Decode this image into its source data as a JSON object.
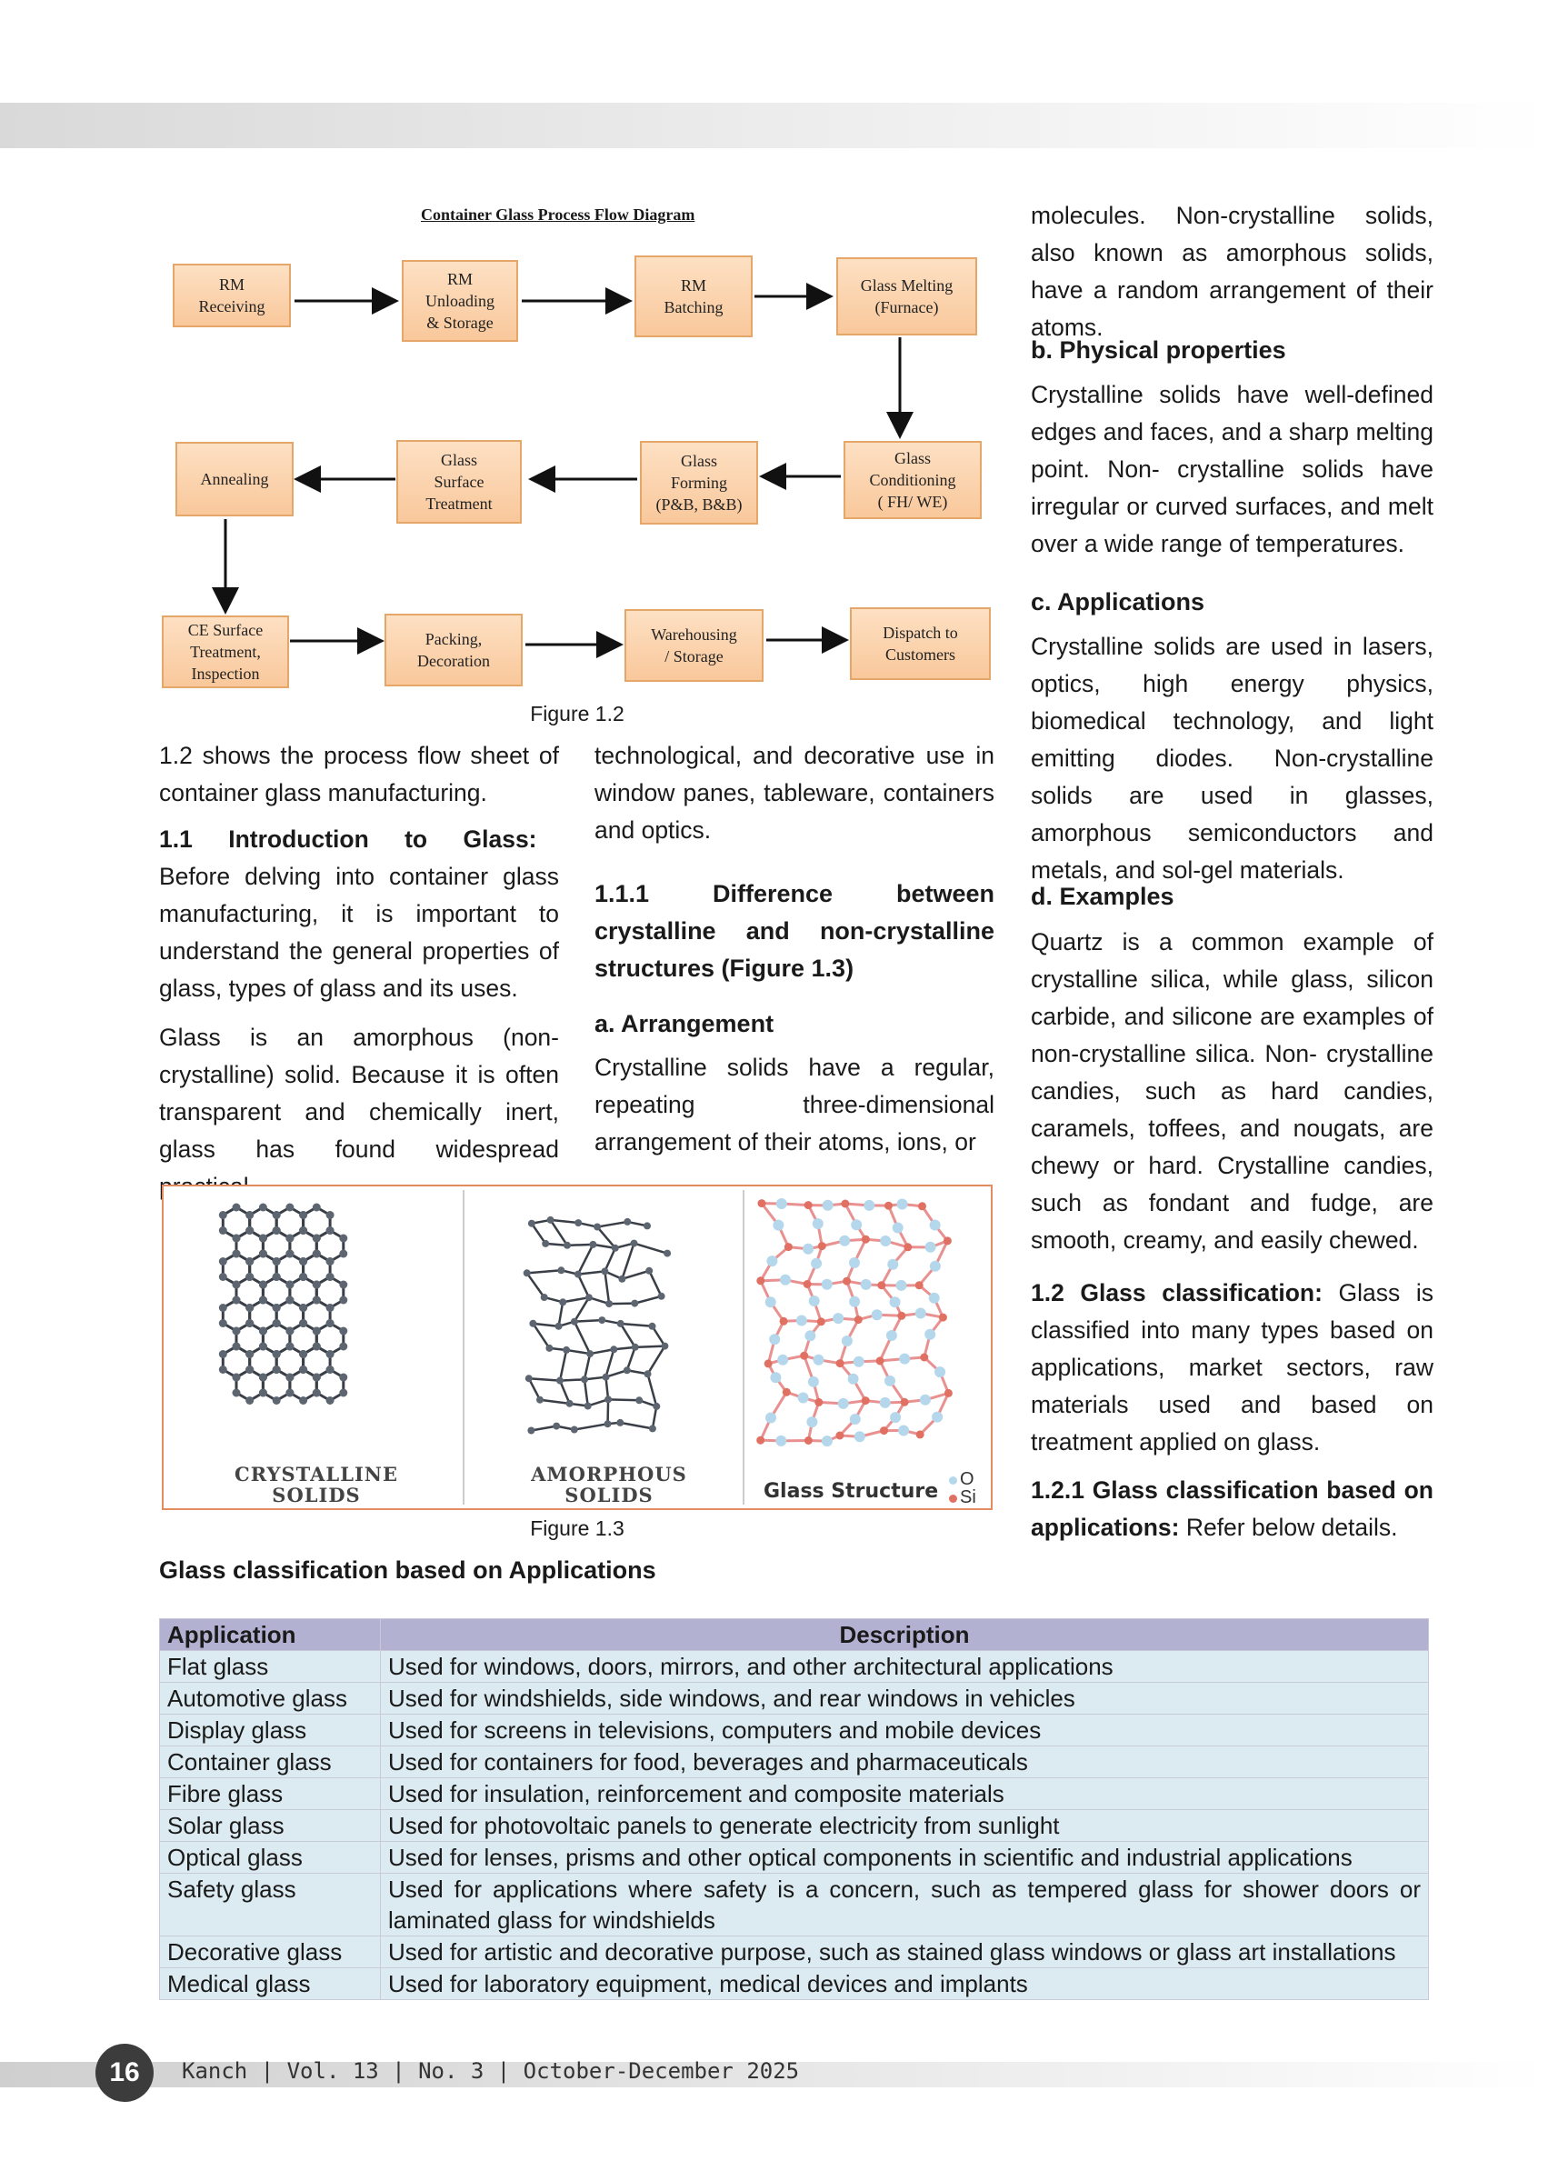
{
  "figure_1_2": {
    "title": "Container Glass Process Flow Diagram",
    "boxes": [
      "RM\nReceiving",
      "RM\nUnloading\n& Storage",
      "RM\nBatching",
      "Glass Melting\n(Furnace)",
      "Annealing",
      "Glass\nSurface\nTreatment",
      "Glass\nForming\n(P&B, B&B)",
      "Glass\nConditioning\n( FH/ WE)",
      "CE Surface\nTreatment,\nInspection",
      "Packing,\nDecoration",
      "Warehousing\n/ Storage",
      "Dispatch to\nCustomers"
    ],
    "caption": "Figure 1.2"
  },
  "col1": {
    "p1": "1.2 shows the process flow sheet of container glass manufacturing.",
    "intro_heading": "1.1 Introduction to Glass:",
    "p2": "Before delving into container glass manufacturing, it is important to understand the general properties of glass, types of glass and its uses.",
    "p3": "Glass is an amorphous (non-crystalline) solid. Because it is often transparent and chemically inert, glass has found widespread practical,"
  },
  "col2": {
    "p1": "technological, and decorative use in window panes, tableware, containers and optics.",
    "heading": "1.1.1 Difference between crystalline and non-crystalline structures (Figure 1.3)",
    "sub_a": "a. Arrangement",
    "p2": "Crystalline solids have a regular, repeating three-dimensional arrangement of their atoms, ions, or"
  },
  "col3": {
    "p1": "molecules. Non-crystalline solids, also known as amorphous solids, have a random arrangement of their atoms.",
    "sub_b": "b. Physical properties",
    "p2": "Crystalline solids have well-defined edges and faces, and a sharp melting point. Non- crystalline solids have irregular or curved surfaces, and melt over a wide range of temperatures.",
    "sub_c": "c. Applications",
    "p3": "Crystalline solids are used in lasers, optics, high energy physics, biomedical technology, and light emitting diodes. Non-crystalline solids are used in glasses, amorphous semiconductors and metals, and sol-gel materials.",
    "sub_d": "d. Examples",
    "p4": "Quartz is a common example of crystalline silica, while glass, silicon carbide, and silicone are examples of non-crystalline silica. Non- crystalline candies, such as hard candies, caramels, toffees, and nougats, are chewy or hard. Crystalline candies, such as fondant and fudge, are smooth, creamy, and easily chewed.",
    "h12": "1.2 Glass classification:",
    "p5": " Glass is classified into many types based on applications, market sectors, raw materials used and based on treatment applied on glass.",
    "h121": "1.2.1 Glass classification based on applications:",
    "p6": " Refer below details."
  },
  "figure_1_3": {
    "label_crystalline": "CRYSTALLINE\nSOLIDS",
    "label_amorphous": "AMORPHOUS\nSOLIDS",
    "label_glass": "Glass Structure",
    "legend_o": "O",
    "legend_si": "Si",
    "caption": "Figure 1.3"
  },
  "table": {
    "title": "Glass classification based on Applications",
    "headers": [
      "Application",
      "Description"
    ],
    "rows": [
      [
        "Flat glass",
        "Used for windows, doors, mirrors, and other architectural applications"
      ],
      [
        "Automotive glass",
        "Used for windshields, side windows, and rear windows in vehicles"
      ],
      [
        "Display glass",
        "Used for screens in televisions, computers and mobile devices"
      ],
      [
        "Container glass",
        "Used for containers for food, beverages and pharmaceuticals"
      ],
      [
        "Fibre glass",
        "Used for insulation, reinforcement and composite materials"
      ],
      [
        "Solar glass",
        "Used for photovoltaic panels to generate electricity from sunlight"
      ],
      [
        "Optical glass",
        "Used for lenses, prisms and other optical components in scientific and industrial applications"
      ],
      [
        "Safety glass",
        "Used for applications where safety is a concern, such as tempered glass for shower doors or laminated glass for windshields"
      ],
      [
        "Decorative glass",
        "Used for artistic and decorative purpose, such as stained glass windows or glass art installations"
      ],
      [
        "Medical glass",
        "Used for laboratory equipment, medical devices and implants"
      ]
    ]
  },
  "footer": {
    "page_number": "16",
    "text": "Kanch | Vol. 13 | No. 3 | October-December 2025"
  },
  "colors": {
    "flow_box_border": "#e5a769",
    "flow_box_fill": "#f9c89b",
    "table_header": "#b3b1d1",
    "table_cell": "#dcebf1",
    "figure_frame": "#e28c60"
  }
}
